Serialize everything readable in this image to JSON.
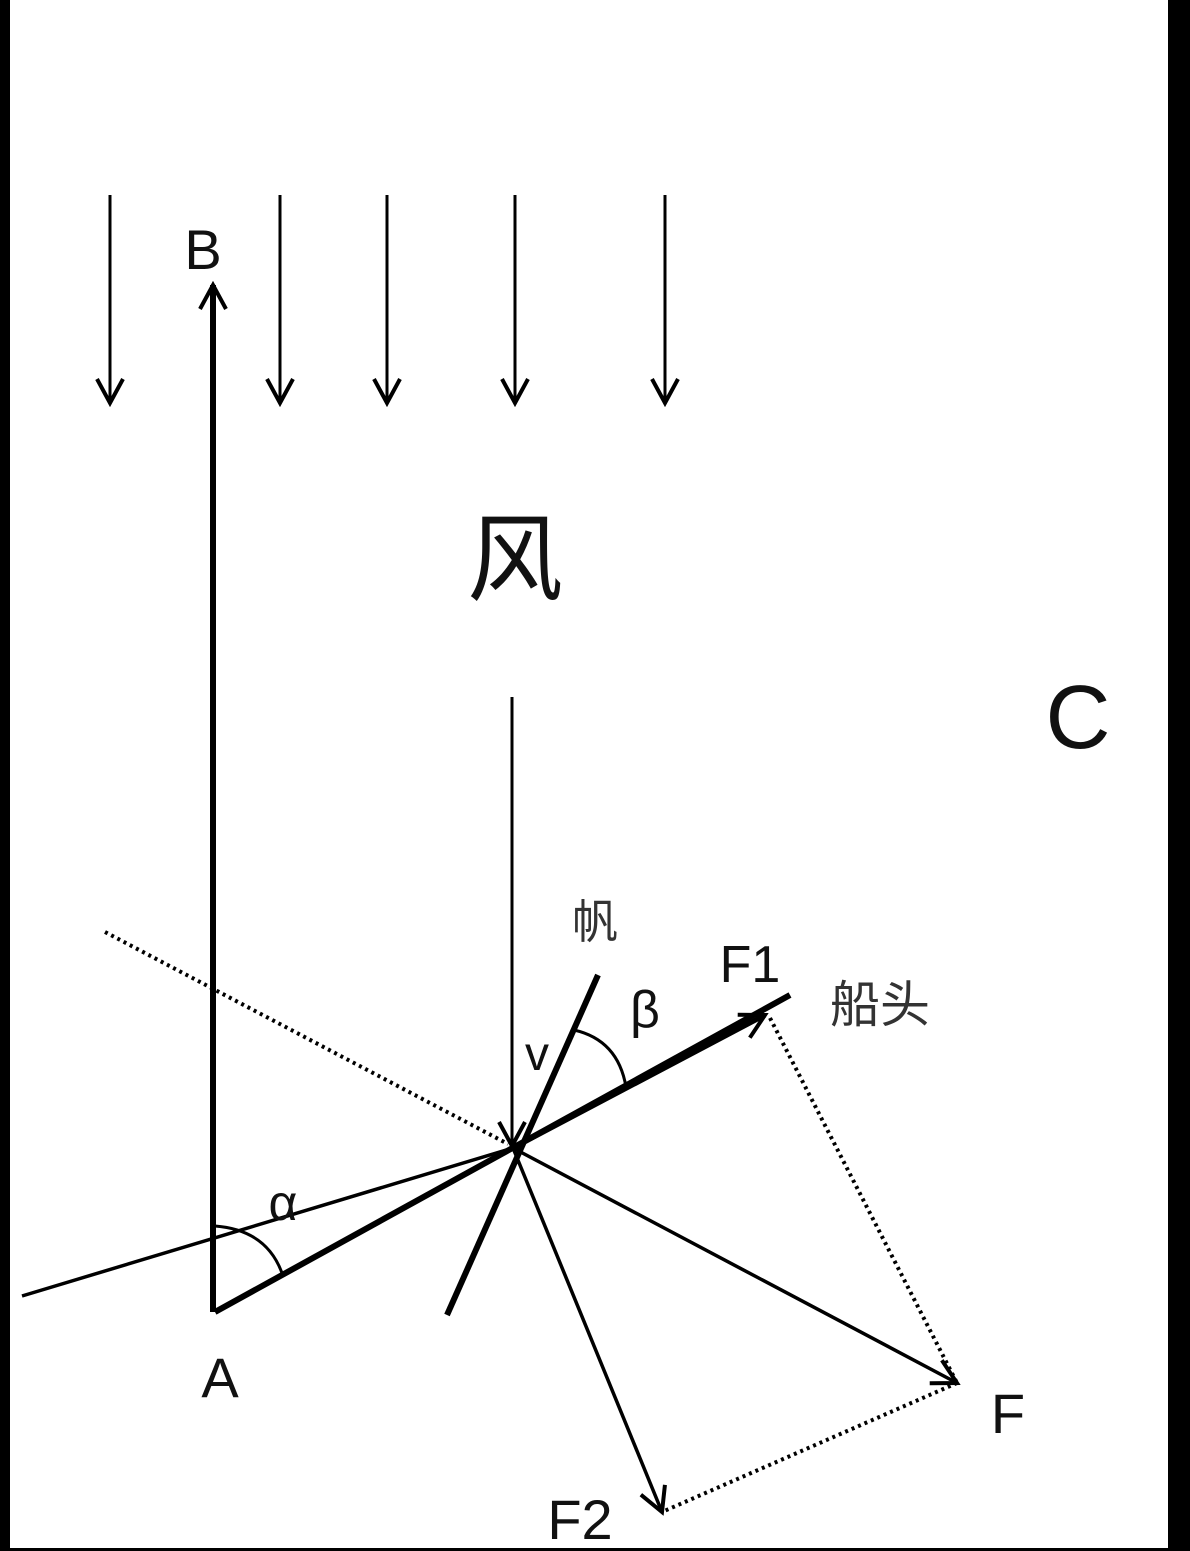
{
  "labels": {
    "B": "B",
    "wind": "风",
    "C": "C",
    "sail": "帆",
    "beta": "β",
    "F1": "F1",
    "bow": "船头",
    "v": "v",
    "alpha": "α",
    "A": "A",
    "F": "F",
    "F2": "F2"
  }
}
